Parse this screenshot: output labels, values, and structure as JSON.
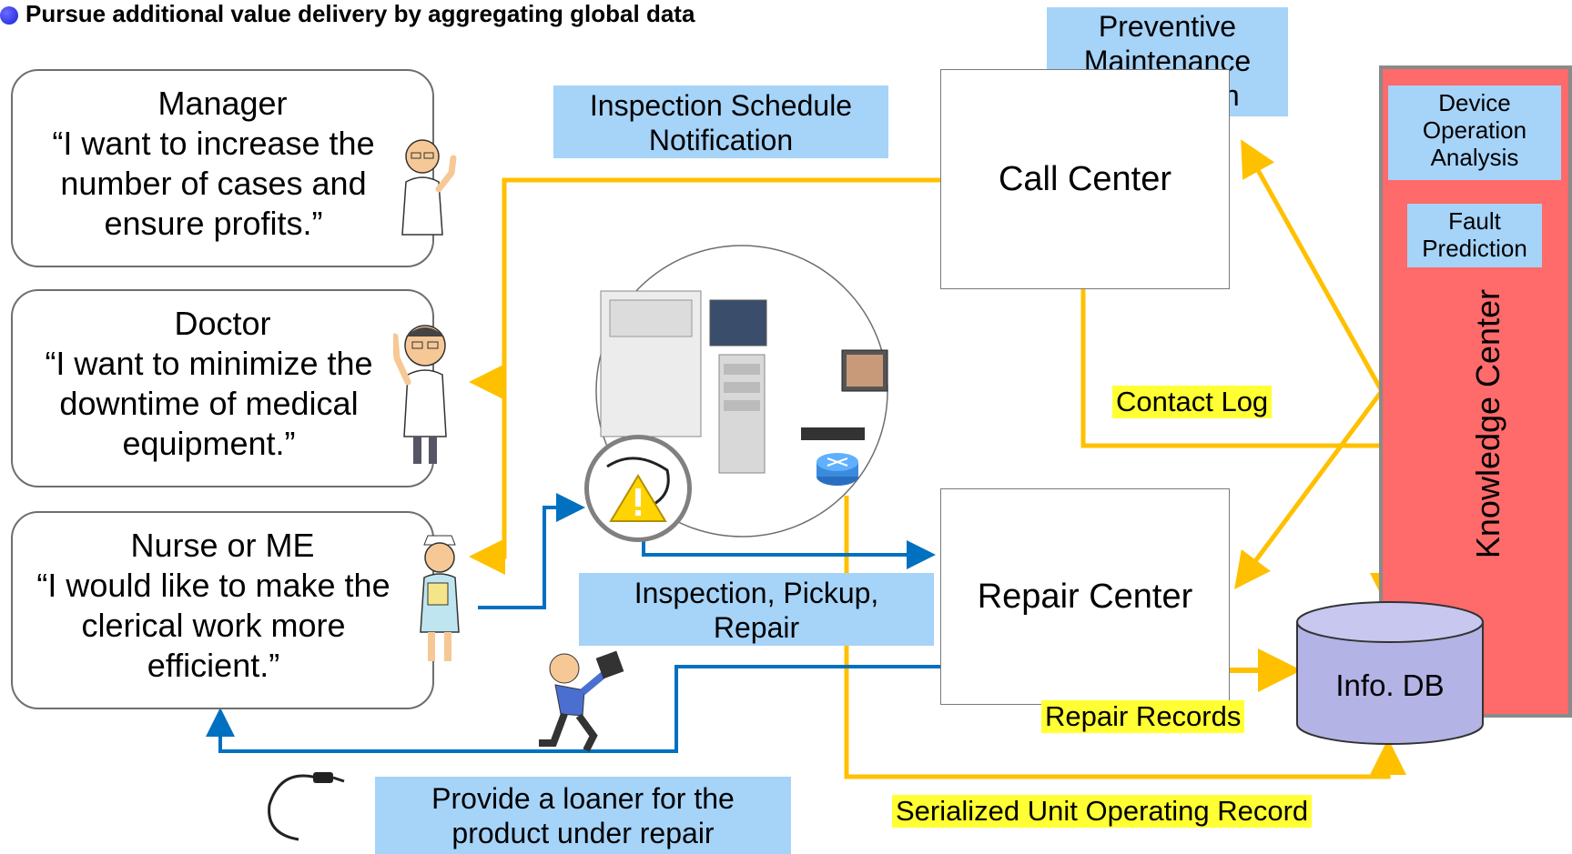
{
  "header": {
    "text": "Pursue additional value delivery by aggregating global data"
  },
  "personas": [
    {
      "role": "Manager",
      "quote": "“I want to increase the number of cases and ensure profits.”"
    },
    {
      "role": "Doctor",
      "quote": "“I want to minimize the downtime of medical equipment.”"
    },
    {
      "role": "Nurse or ME",
      "quote": "“I would like to make the clerical work more efficient.”"
    }
  ],
  "labels": {
    "inspection_schedule": "Inspection Schedule Notification",
    "preventive_maintenance": "Preventive Maintenance Notification",
    "inspection_pickup_repair": "Inspection, Pickup, Repair",
    "loaner": "Provide a loaner for the product under repair"
  },
  "centers": {
    "call_center": "Call Center",
    "repair_center": "Repair Center"
  },
  "records": {
    "contact_log": "Contact Log",
    "repair_records": "Repair Records",
    "serialized": "Serialized Unit Operating Record"
  },
  "knowledge_center": {
    "title": "Knowledge Center",
    "device_operation_analysis": "Device Operation Analysis",
    "fault_prediction": "Fault Prediction"
  },
  "database": {
    "label": "Info. DB"
  },
  "icons": [
    "manager-figure-icon",
    "doctor-figure-icon",
    "nurse-figure-icon",
    "endoscope-system-icon",
    "warning-icon",
    "router-icon",
    "running-person-icon",
    "scope-cable-icon"
  ],
  "colors": {
    "yellow_arrow": "#ffc000",
    "blue_arrow": "#0070c0",
    "label_blue": "#a6d3f8",
    "knowledge_red": "#ff6a6a",
    "db_fill": "#b3b3e6"
  }
}
